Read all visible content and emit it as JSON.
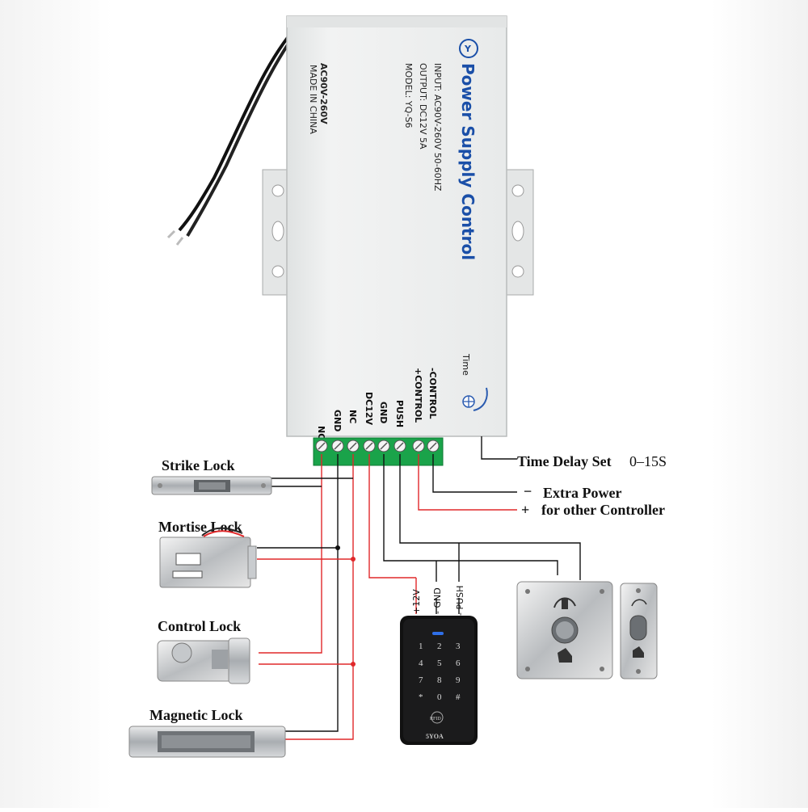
{
  "psu": {
    "title": "Power Supply Control",
    "input": "INPUT: AC90V-260V 50-60HZ",
    "output": "OUTPUT: DC12V 5A",
    "model": "MODEL: YQ-S6",
    "ac_rating": "AC90V-260V",
    "made_in": "MADE IN CHINA",
    "time_label": "Time"
  },
  "terminals": [
    "NO",
    "GND",
    "NC",
    "DC12V",
    "GND",
    "PUSH",
    "+CONTROL",
    "-CONTROL"
  ],
  "labels": {
    "time_delay": "Time Delay Set",
    "time_range": "0–15S",
    "extra_minus": "−",
    "extra_power": "Extra Power",
    "extra_plus": "+",
    "other_controller": "for other Controller",
    "plus12v": "+12V",
    "gnd": "- GND",
    "push": "- PUSH"
  },
  "locks": {
    "strike": "Strike Lock",
    "mortise": "Mortise Lock",
    "control": "Control Lock",
    "magnetic": "Magnetic Lock"
  },
  "keypad": {
    "keys": [
      "1",
      "2",
      "3",
      "4",
      "5",
      "6",
      "7",
      "8",
      "9",
      "*",
      "0",
      "#"
    ],
    "rfid": "RFID",
    "brand": "5YOA"
  },
  "colors": {
    "wire_red": "#e0282a",
    "wire_black": "#111111",
    "terminal_block": "#1aa34a",
    "psu_body": "#eef0f0"
  }
}
